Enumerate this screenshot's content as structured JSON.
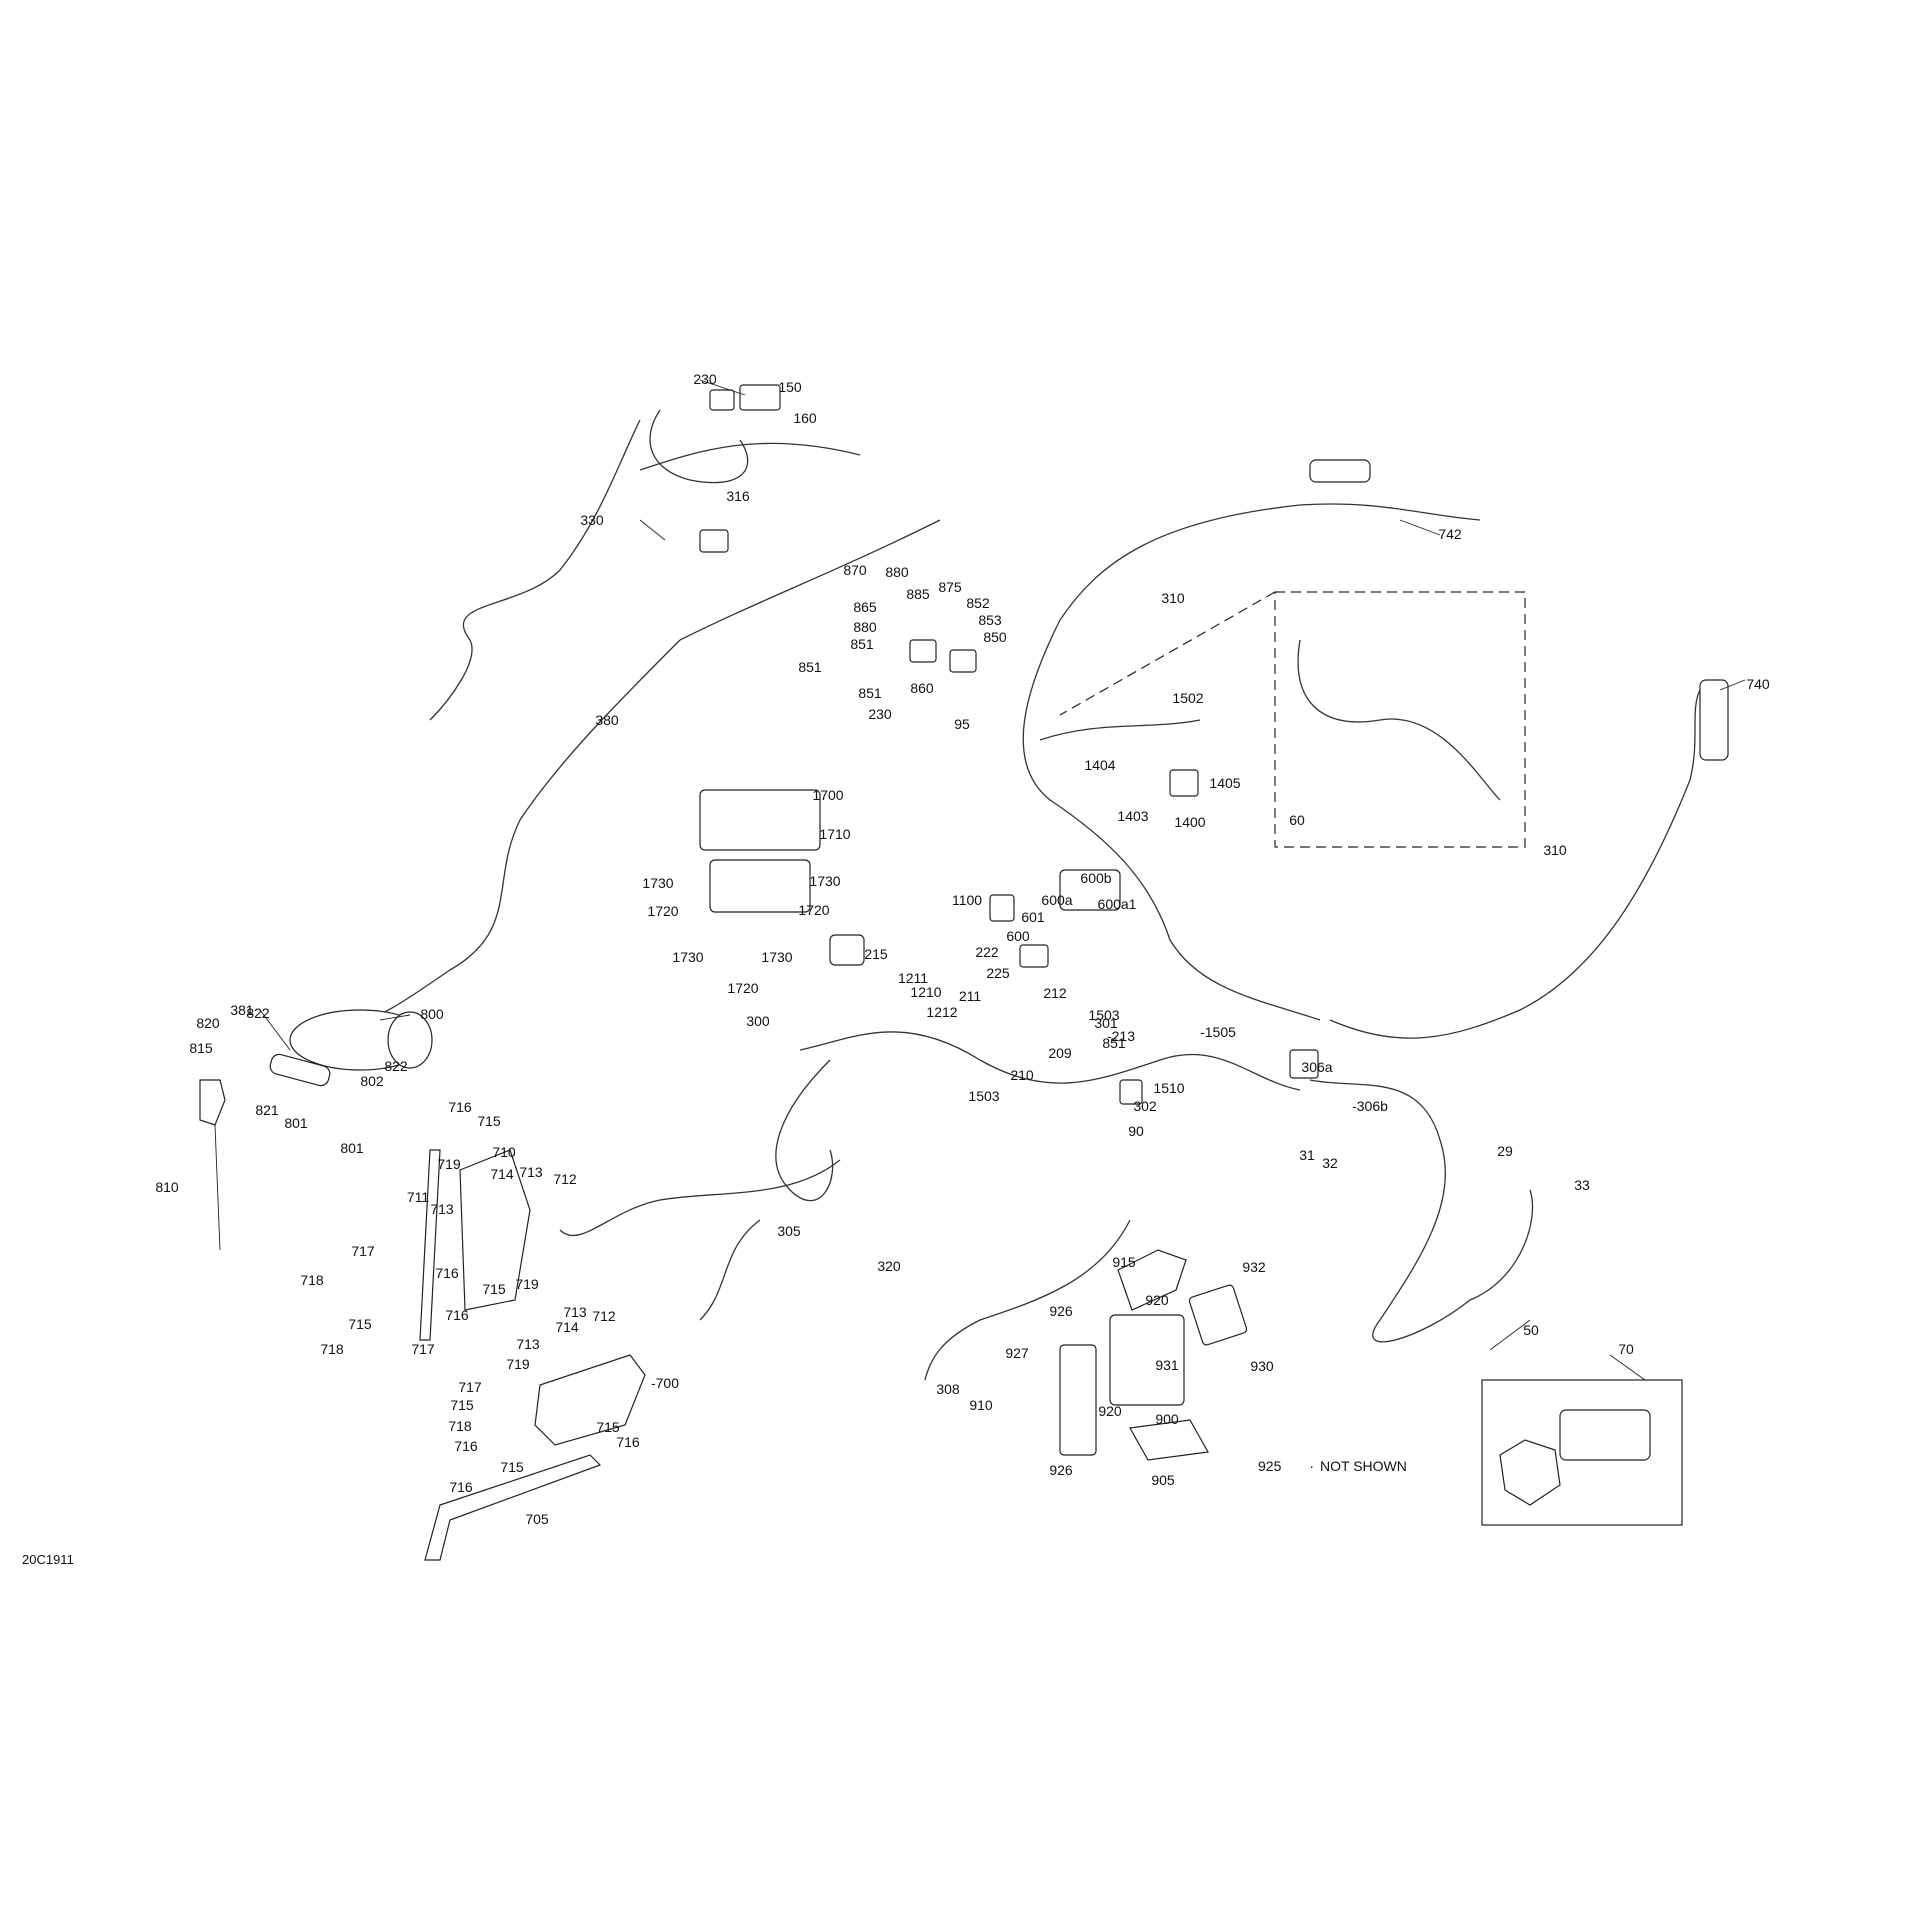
{
  "drawing_code": "20C1911",
  "note": {
    "ref": "925",
    "text": "NOT SHOWN"
  },
  "callouts": [
    "230",
    "150",
    "160",
    "316",
    "330",
    "870",
    "880",
    "865",
    "885",
    "875",
    "852",
    "880b",
    "853",
    "851a",
    "850",
    "851b",
    "851c",
    "860",
    "230b",
    "95",
    "380",
    "1700",
    "1710",
    "1730a",
    "1720a",
    "1730b",
    "1720b",
    "1730c",
    "1730d",
    "1720c",
    "310a",
    "742",
    "1502",
    "1404",
    "1405",
    "1403",
    "1400",
    "60",
    "740",
    "310b",
    "381",
    "800",
    "820",
    "822a",
    "822b",
    "815",
    "802",
    "821",
    "801a",
    "801b",
    "810",
    "716a",
    "715a",
    "710",
    "719a",
    "714a",
    "713a",
    "712a",
    "711",
    "713b",
    "717a",
    "718a",
    "716b",
    "715b",
    "719b",
    "716c",
    "715c",
    "718b",
    "717b",
    "1100",
    "600a",
    "600b",
    "600a1",
    "601",
    "600",
    "215",
    "1211",
    "1210",
    "1212",
    "222",
    "225",
    "211",
    "212",
    "1503a",
    "213",
    "300",
    "301",
    "851d",
    "209",
    "210",
    "1503b",
    "1510",
    "302",
    "90",
    "1505",
    "306a",
    "306b",
    "31",
    "32",
    "29",
    "33",
    "50",
    "305",
    "320",
    "713c",
    "714b",
    "712b",
    "713d",
    "719c",
    "700",
    "717c",
    "715d",
    "718c",
    "716d",
    "715e",
    "716e",
    "715f",
    "716f",
    "705",
    "915",
    "932",
    "926a",
    "920a",
    "927",
    "931",
    "930",
    "308",
    "910",
    "920b",
    "900",
    "926b",
    "905",
    "925",
    "70"
  ],
  "labels": {
    "230": "230",
    "150": "150",
    "160": "160",
    "316": "316",
    "330": "330",
    "870": "870",
    "880": "880",
    "865": "865",
    "885": "885",
    "875": "875",
    "852": "852",
    "880b": "880",
    "853": "853",
    "851a": "851",
    "850": "850",
    "851b": "851",
    "851c": "851",
    "860": "860",
    "230b": "230",
    "95": "95",
    "380": "380",
    "1700": "1700",
    "1710": "1710",
    "1730a": "1730",
    "1720a": "1720",
    "1730b": "1730",
    "1720b": "1720",
    "1730c": "1730",
    "1730d": "1730",
    "1720c": "1720",
    "310a": "310",
    "742": "742",
    "1502": "1502",
    "1404": "1404",
    "1405": "1405",
    "1403": "1403",
    "1400": "1400",
    "60": "60",
    "740": "740",
    "310b": "310",
    "381": "381",
    "800": "800",
    "820": "820",
    "822a": "822",
    "822b": "822",
    "815": "815",
    "802": "802",
    "821": "821",
    "801a": "801",
    "801b": "801",
    "810": "810",
    "716a": "716",
    "715a": "715",
    "710": "710",
    "719a": "719",
    "714a": "714",
    "713a": "713",
    "712a": "712",
    "711": "711",
    "713b": "713",
    "717a": "717",
    "718a": "718",
    "716b": "716",
    "715b": "715",
    "719b": "719",
    "716c": "716",
    "715c": "715",
    "718b": "718",
    "717b": "717",
    "1100": "1100",
    "600a": "600a",
    "600b": "600b",
    "600a1": "600a1",
    "601": "601",
    "600": "600",
    "215": "215",
    "1211": "1211",
    "1210": "1210",
    "1212": "1212",
    "222": "222",
    "225": "225",
    "211": "211",
    "212": "212",
    "1503a": "1503",
    "213": "-213",
    "300": "300",
    "301": "301",
    "851d": "851",
    "209": "209",
    "210": "210",
    "1503b": "1503",
    "1510": "1510",
    "302": "302",
    "90": "90",
    "1505": "-1505",
    "306a": "306a",
    "306b": "-306b",
    "31": "31",
    "32": "32",
    "29": "29",
    "33": "33",
    "50": "50",
    "305": "305",
    "320": "320",
    "713c": "713",
    "714b": "714",
    "712b": "712",
    "713d": "713",
    "719c": "719",
    "700": "-700",
    "717c": "717",
    "715d": "715",
    "718c": "718",
    "716d": "716",
    "715e": "715",
    "716e": "716",
    "715f": "715",
    "716f": "716",
    "705": "705",
    "915": "915",
    "932": "932",
    "926a": "926",
    "920a": "920",
    "927": "927",
    "931": "931",
    "930": "930",
    "308": "308",
    "910": "910",
    "920b": "920",
    "900": "900",
    "926b": "926",
    "905": "905",
    "925": "925",
    "70": "70"
  }
}
